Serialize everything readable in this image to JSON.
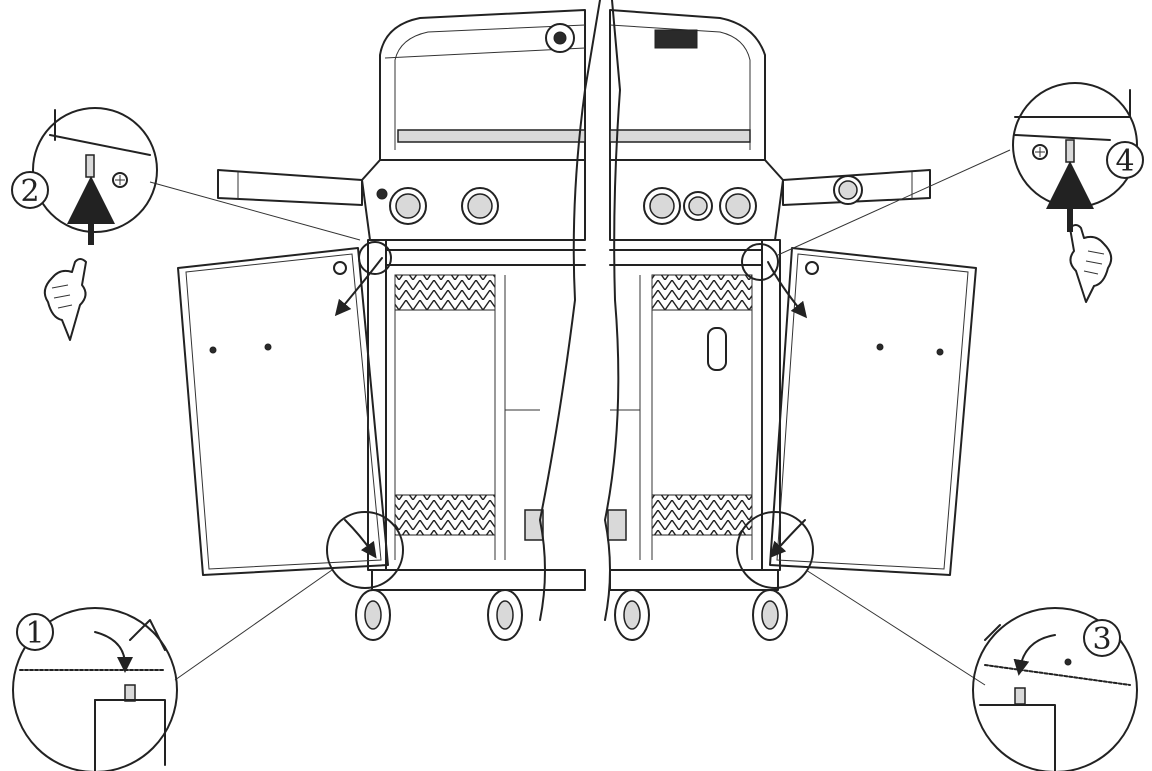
{
  "steps": {
    "step1": "1",
    "step2": "2",
    "step3": "3",
    "step4": "4"
  }
}
